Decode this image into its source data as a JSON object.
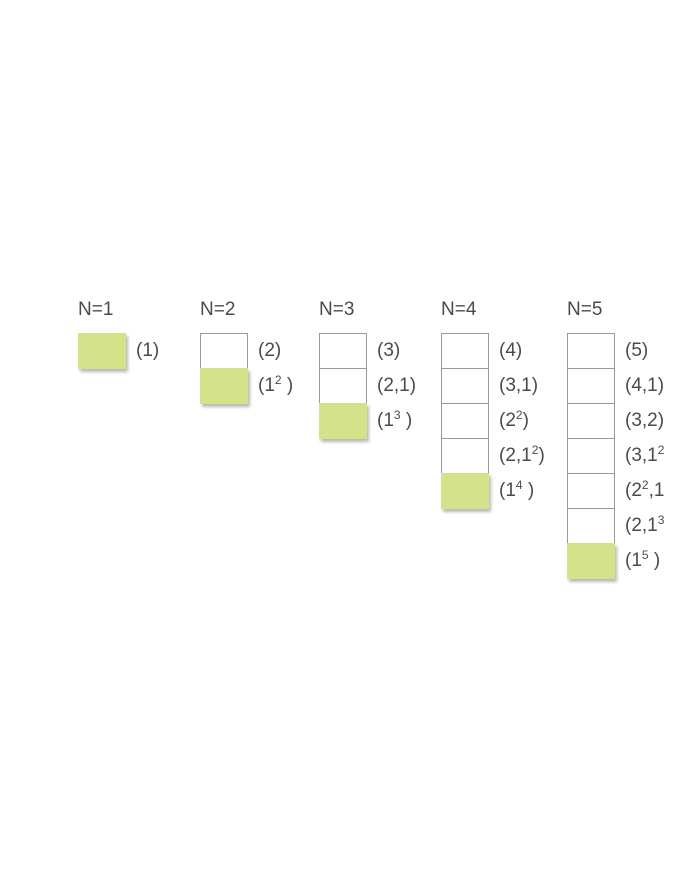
{
  "columns": [
    {
      "title": "N=1",
      "cells": [
        "filled"
      ],
      "labels": [
        {
          "parts": [
            {
              "t": "(1)"
            }
          ]
        }
      ]
    },
    {
      "title": "N=2",
      "cells": [
        "empty",
        "filled"
      ],
      "labels": [
        {
          "parts": [
            {
              "t": "(2)"
            }
          ]
        },
        {
          "parts": [
            {
              "t": "(1"
            },
            {
              "sup": "2"
            },
            {
              "t": " )"
            }
          ]
        }
      ]
    },
    {
      "title": "N=3",
      "cells": [
        "empty",
        "empty",
        "filled"
      ],
      "labels": [
        {
          "parts": [
            {
              "t": "(3)"
            }
          ]
        },
        {
          "parts": [
            {
              "t": "(2,1)"
            }
          ]
        },
        {
          "parts": [
            {
              "t": "(1"
            },
            {
              "sup": "3"
            },
            {
              "t": " )"
            }
          ]
        }
      ]
    },
    {
      "title": "N=4",
      "cells": [
        "empty",
        "empty",
        "empty",
        "empty",
        "filled"
      ],
      "labels": [
        {
          "parts": [
            {
              "t": "(4)"
            }
          ]
        },
        {
          "parts": [
            {
              "t": "(3,1)"
            }
          ]
        },
        {
          "parts": [
            {
              "t": "(2"
            },
            {
              "sup": "2"
            },
            {
              "t": ")"
            }
          ]
        },
        {
          "parts": [
            {
              "t": "(2,1"
            },
            {
              "sup": "2"
            },
            {
              "t": ")"
            }
          ]
        },
        {
          "parts": [
            {
              "t": "(1"
            },
            {
              "sup": "4"
            },
            {
              "t": " )"
            }
          ]
        }
      ]
    },
    {
      "title": "N=5",
      "cells": [
        "empty",
        "empty",
        "empty",
        "empty",
        "empty",
        "empty",
        "filled"
      ],
      "labels": [
        {
          "parts": [
            {
              "t": "(5)"
            }
          ]
        },
        {
          "parts": [
            {
              "t": "(4,1)"
            }
          ]
        },
        {
          "parts": [
            {
              "t": "(3,2)"
            }
          ]
        },
        {
          "parts": [
            {
              "t": "(3,1"
            },
            {
              "sup": "2"
            }
          ]
        },
        {
          "parts": [
            {
              "t": "(2"
            },
            {
              "sup": "2"
            },
            {
              "t": ",1"
            }
          ]
        },
        {
          "parts": [
            {
              "t": "(2,1"
            },
            {
              "sup": "3"
            }
          ]
        },
        {
          "parts": [
            {
              "t": "(1"
            },
            {
              "sup": "5"
            },
            {
              "t": " )"
            }
          ]
        }
      ]
    }
  ],
  "colors": {
    "fill": "#d4e38a",
    "border": "#9a9a9a",
    "text": "#4a4a4a"
  }
}
